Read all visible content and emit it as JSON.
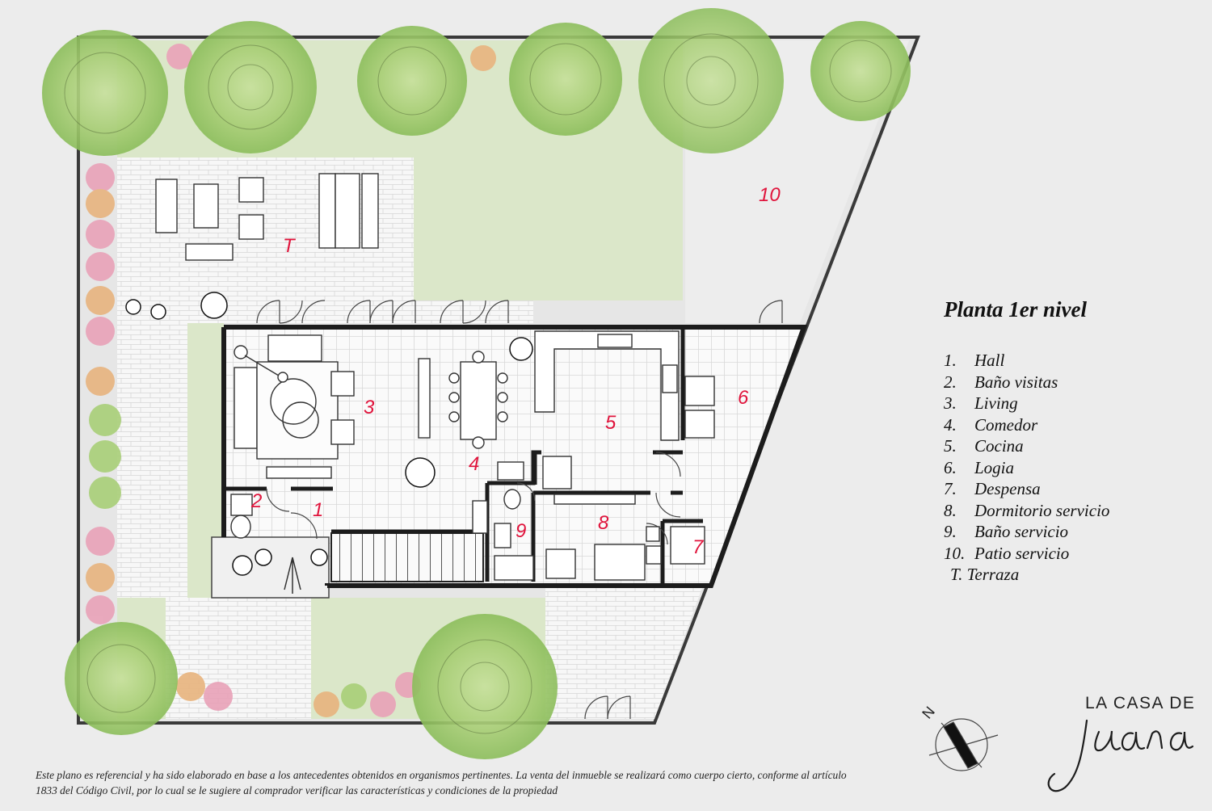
{
  "legend": {
    "title": "Planta 1er nivel",
    "items": [
      {
        "num": "1.",
        "label": "Hall"
      },
      {
        "num": "2.",
        "label": "Baño visitas"
      },
      {
        "num": "3.",
        "label": "Living"
      },
      {
        "num": "4.",
        "label": "Comedor"
      },
      {
        "num": "5.",
        "label": "Cocina"
      },
      {
        "num": "6.",
        "label": "Logia"
      },
      {
        "num": "7.",
        "label": "Despensa"
      },
      {
        "num": "8.",
        "label": "Dormitorio servicio"
      },
      {
        "num": "9.",
        "label": "Baño servicio"
      },
      {
        "num": "10.",
        "label": "Patio servicio"
      },
      {
        "num": "T.",
        "label": "Terraza"
      }
    ]
  },
  "room_labels": {
    "r1": "1",
    "r2": "2",
    "r3": "3",
    "r4": "4",
    "r5": "5",
    "r6": "6",
    "r7": "7",
    "r8": "8",
    "r9": "9",
    "r10": "10",
    "rT": "T"
  },
  "compass": {
    "north": "N"
  },
  "logo": {
    "top": "LA CASA DE",
    "script": "Juana"
  },
  "disclaimer": "Este plano es referencial y ha sido elaborado en base a los antecedentes obtenidos en organismos pertinentes.  La venta del inmueble se realizará como cuerpo cierto, conforme al artículo 1833 del Código Civil, por lo cual se le sugiere al comprador verificar las características y condiciones de la propiedad",
  "colors": {
    "lawn": "#dbe7c9",
    "paving": "#f6f6f6",
    "wall": "#1c1c1c",
    "room_number": "#e0143c",
    "tree": "#a9cf78",
    "shrub_pink": "#e9a2b8",
    "shrub_orange": "#e8b47e"
  }
}
